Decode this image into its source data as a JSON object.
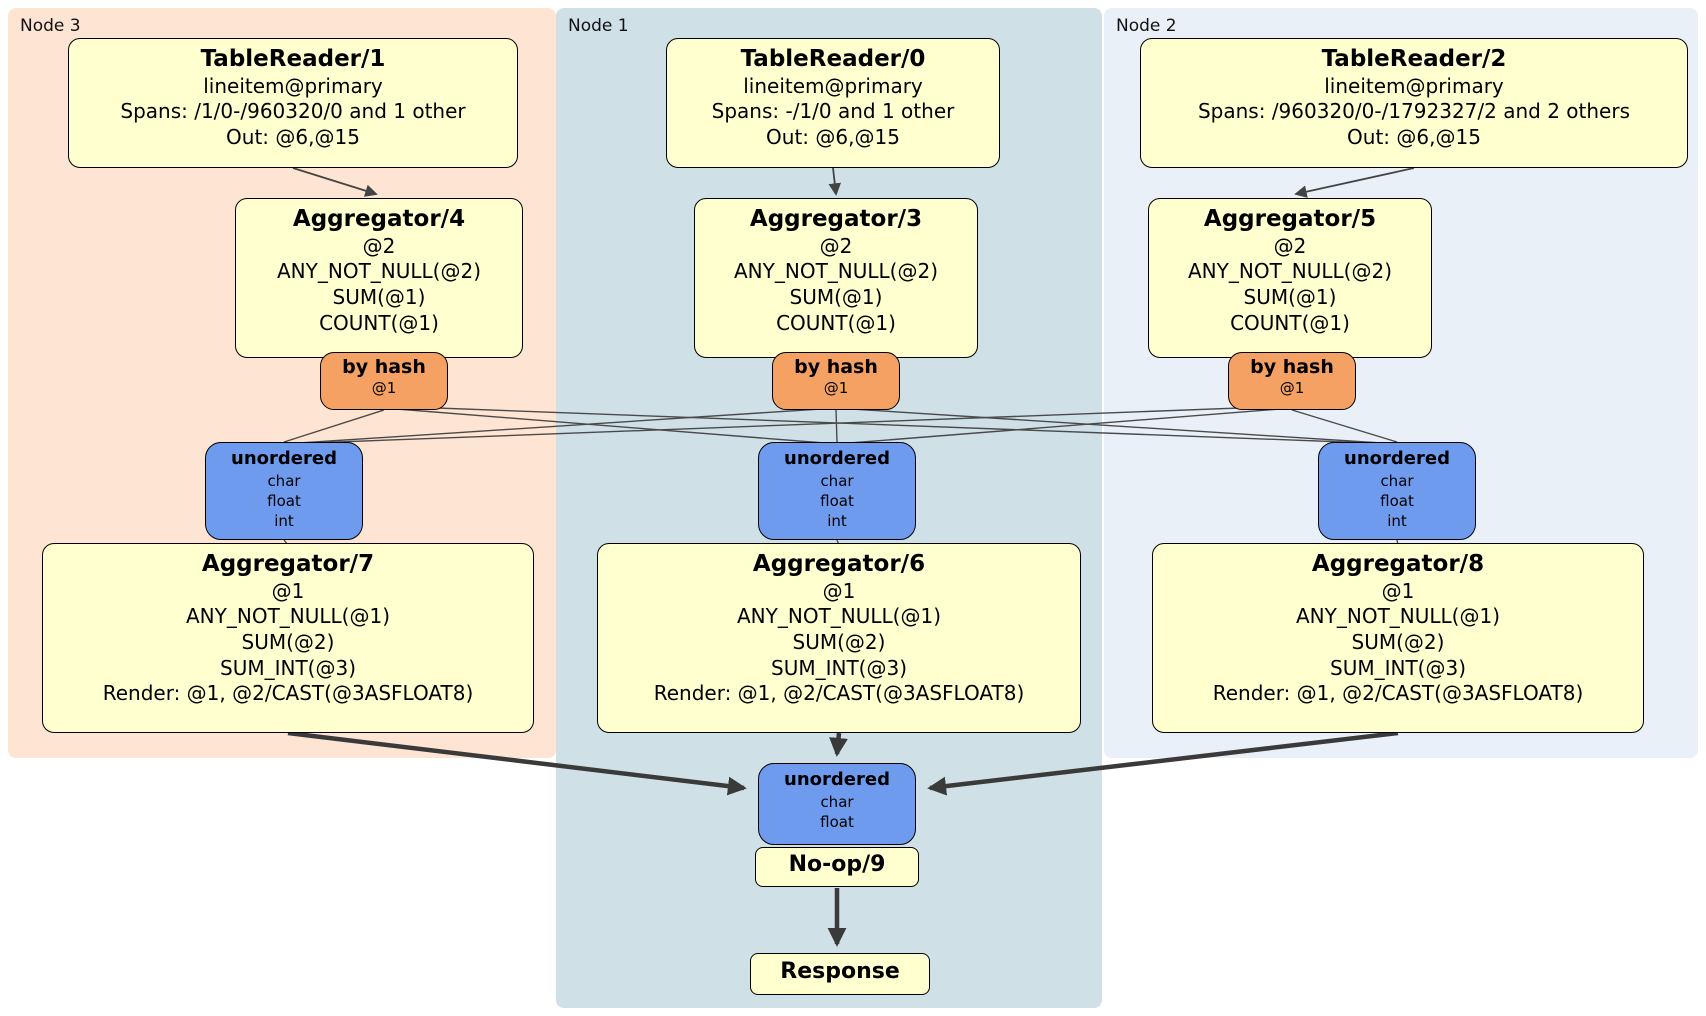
{
  "regions": [
    {
      "label": "Node 3",
      "bg": "#fde4d3"
    },
    {
      "label": "Node 1",
      "bg": "#cfe0e7"
    },
    {
      "label": "Node 2",
      "bg": "#e9f0f8"
    }
  ],
  "nodes": [
    {
      "tablereader": {
        "title": "TableReader/1",
        "table": "lineitem@primary",
        "spans": "Spans: /1/0-/960320/0 and 1 other",
        "out": "Out: @6,@15"
      },
      "agg_top": {
        "title": "Aggregator/4",
        "lines": [
          "@2",
          "ANY_NOT_NULL(@2)",
          "SUM(@1)",
          "COUNT(@1)"
        ]
      },
      "router": {
        "title": "by hash",
        "subtitle": "@1"
      },
      "sync": {
        "title": "unordered",
        "lines": [
          "char",
          "float",
          "int"
        ]
      },
      "agg_bottom": {
        "title": "Aggregator/7",
        "lines": [
          "@1",
          "ANY_NOT_NULL(@1)",
          "SUM(@2)",
          "SUM_INT(@3)",
          "Render: @1, @2/CAST(@3ASFLOAT8)"
        ]
      }
    },
    {
      "tablereader": {
        "title": "TableReader/0",
        "table": "lineitem@primary",
        "spans": "Spans: -/1/0 and 1 other",
        "out": "Out: @6,@15"
      },
      "agg_top": {
        "title": "Aggregator/3",
        "lines": [
          "@2",
          "ANY_NOT_NULL(@2)",
          "SUM(@1)",
          "COUNT(@1)"
        ]
      },
      "router": {
        "title": "by hash",
        "subtitle": "@1"
      },
      "sync": {
        "title": "unordered",
        "lines": [
          "char",
          "float",
          "int"
        ]
      },
      "agg_bottom": {
        "title": "Aggregator/6",
        "lines": [
          "@1",
          "ANY_NOT_NULL(@1)",
          "SUM(@2)",
          "SUM_INT(@3)",
          "Render: @1, @2/CAST(@3ASFLOAT8)"
        ]
      }
    },
    {
      "tablereader": {
        "title": "TableReader/2",
        "table": "lineitem@primary",
        "spans": "Spans: /960320/0-/1792327/2 and 2 others",
        "out": "Out: @6,@15"
      },
      "agg_top": {
        "title": "Aggregator/5",
        "lines": [
          "@2",
          "ANY_NOT_NULL(@2)",
          "SUM(@1)",
          "COUNT(@1)"
        ]
      },
      "router": {
        "title": "by hash",
        "subtitle": "@1"
      },
      "sync": {
        "title": "unordered",
        "lines": [
          "char",
          "float",
          "int"
        ]
      },
      "agg_bottom": {
        "title": "Aggregator/8",
        "lines": [
          "@1",
          "ANY_NOT_NULL(@1)",
          "SUM(@2)",
          "SUM_INT(@3)",
          "Render: @1, @2/CAST(@3ASFLOAT8)"
        ]
      }
    }
  ],
  "final": {
    "sync": {
      "title": "unordered",
      "lines": [
        "char",
        "float"
      ]
    },
    "noop": {
      "title": "No-op/9"
    },
    "response": {
      "title": "Response"
    }
  },
  "colors": {
    "node3_bg": "#fde4d3",
    "node1_bg": "#cfe0e7",
    "node2_bg": "#e9f0f8",
    "processor_bg": "#ffffcf",
    "router_bg": "#f4a163",
    "sync_bg": "#6f9bef",
    "edge": "#444444"
  }
}
